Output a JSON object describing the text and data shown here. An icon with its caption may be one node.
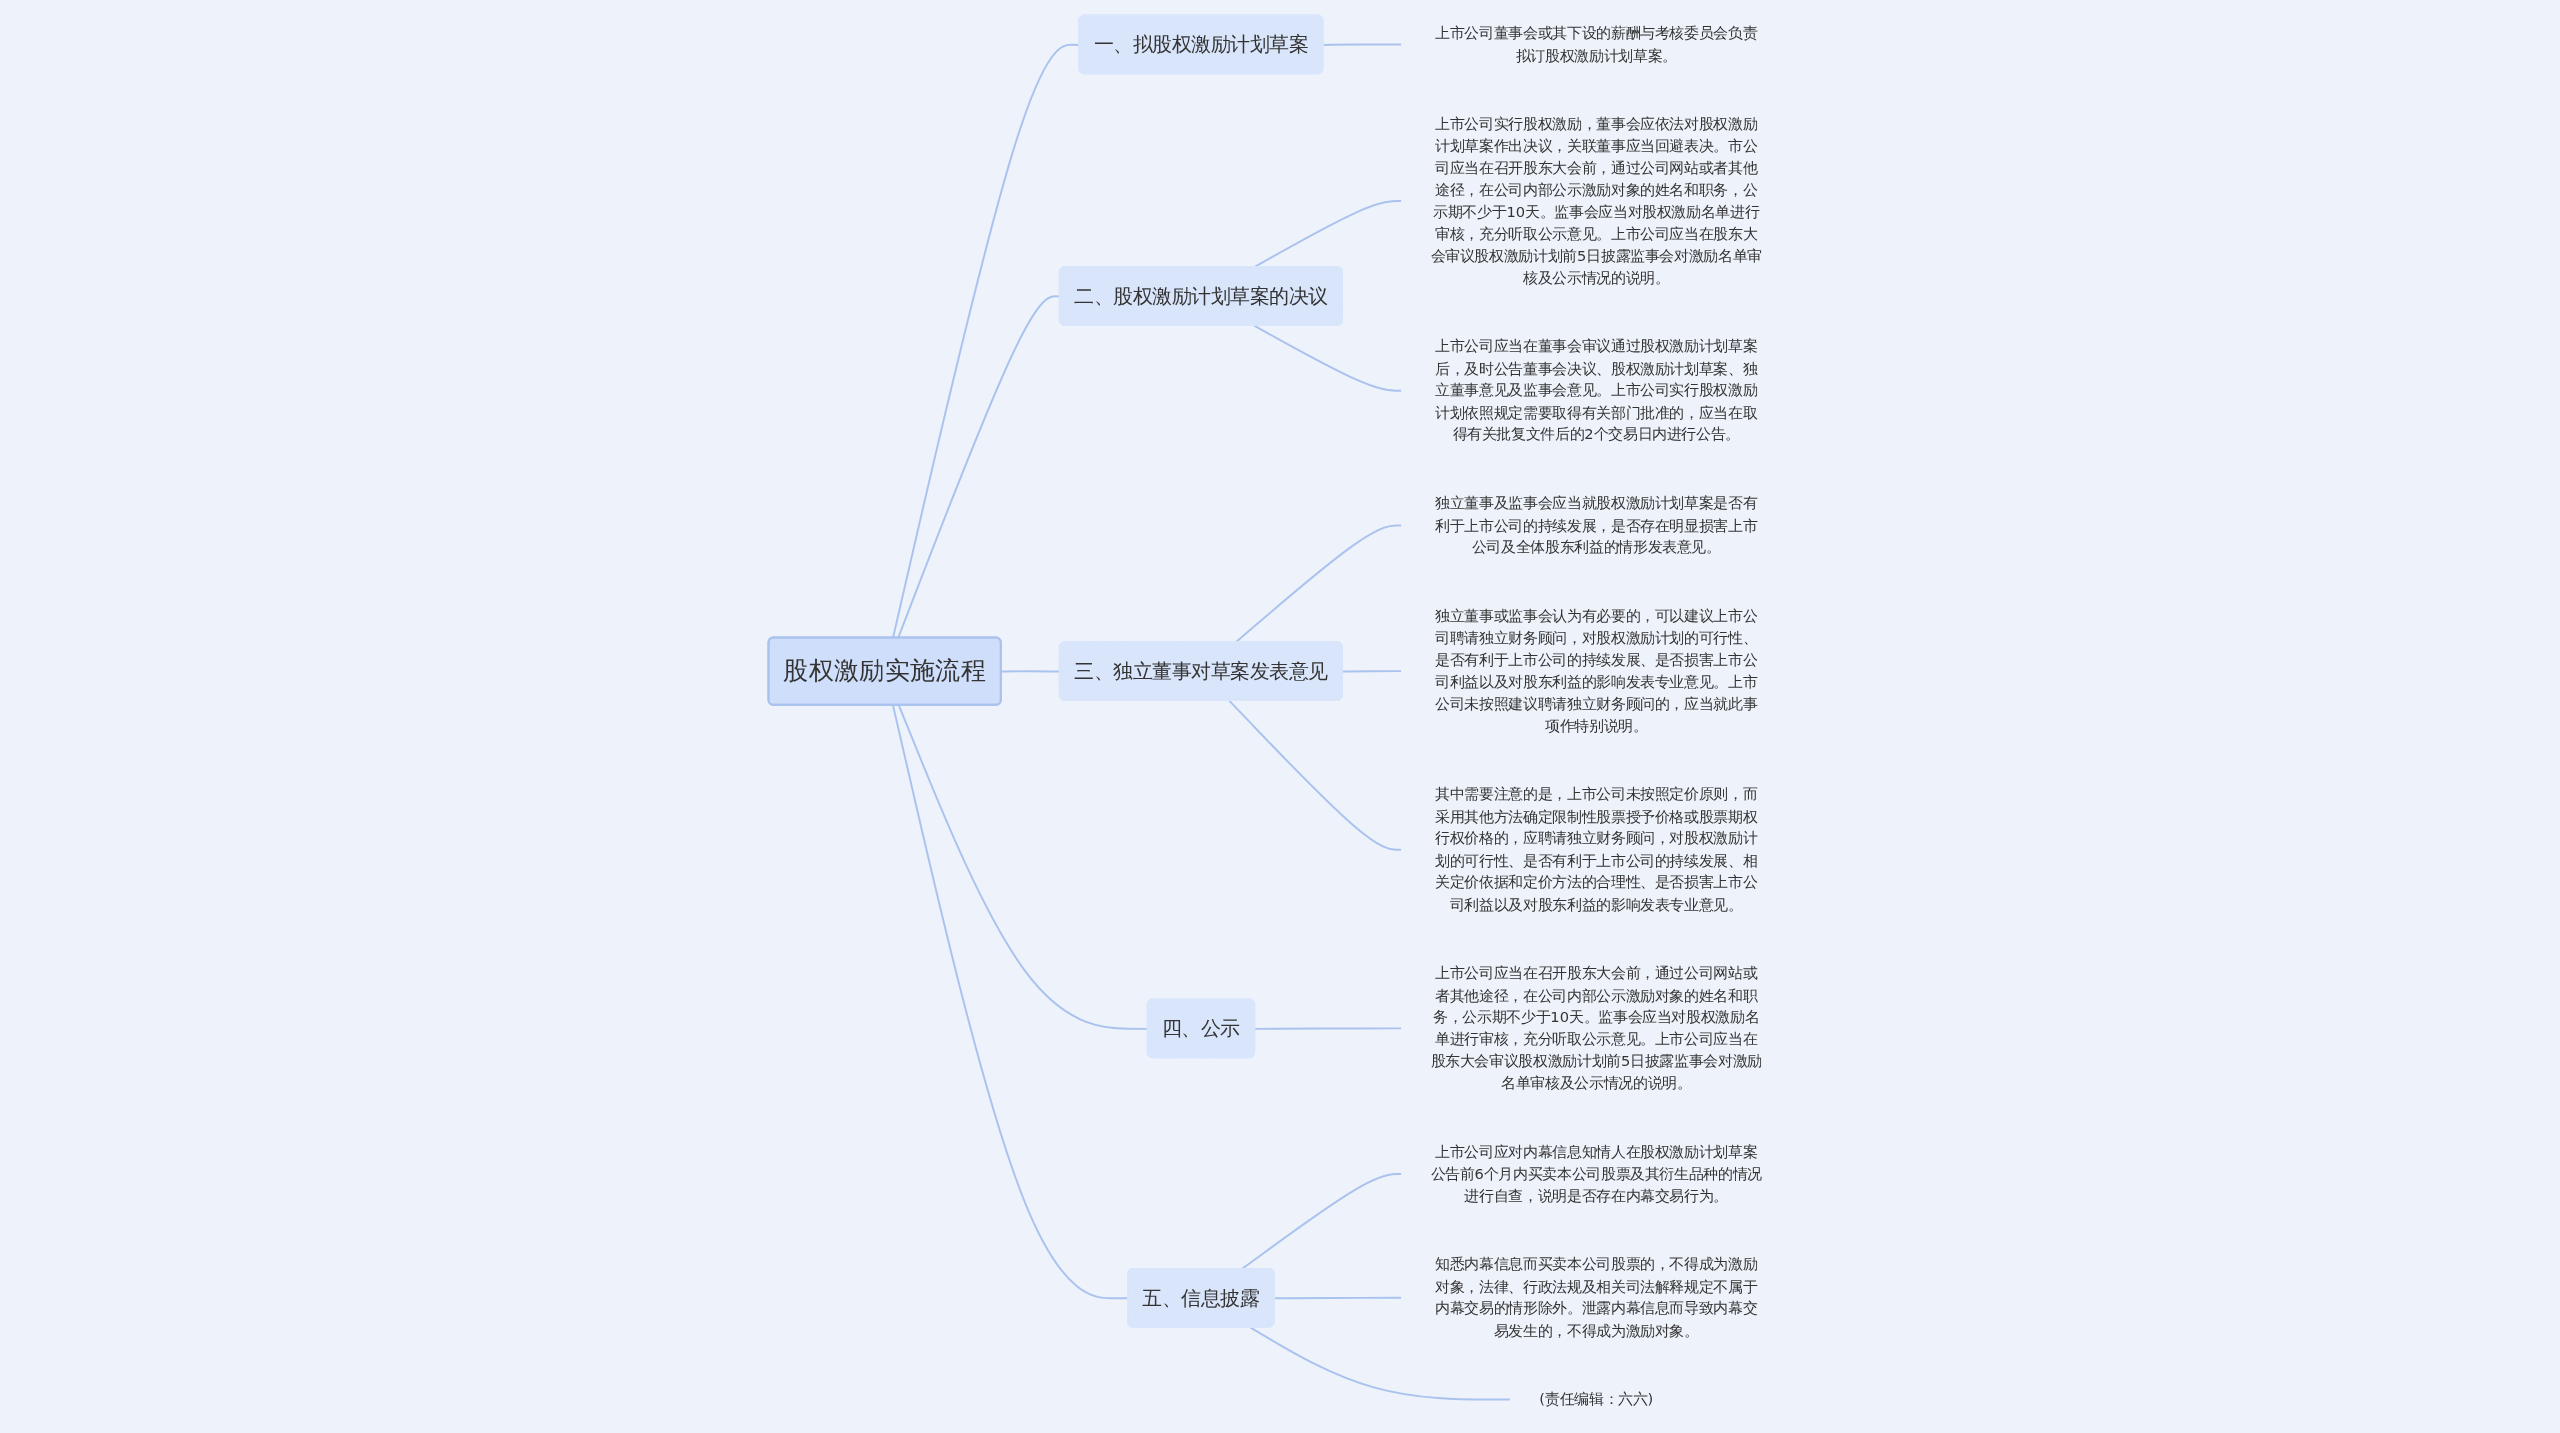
{
  "diagram": {
    "nodes": [
      {
        "text": [
          "股权激励实施流程"
        ]
      },
      {
        "text": [
          "一、拟股权激励计划草案"
        ]
      },
      {
        "text": [
          "上市公司董事会或其下设的薪酬与考核委员会负责拟订股权激励计划草案。"
        ]
      },
      {
        "text": [
          "二、股权激励计划草案的决议"
        ]
      },
      {
        "text": [
          "上市公司实行股权激励，董事会应依法对股权激励计划草案作出决议，关联董事应当回避表决。市公司应当在召开股东大会前，通过公司网站或者其他途径，在公司内部公示激励对象的姓名和职务，公示期不少于10天。监事会应当对股权激励名单进行审核，充分听取公示意见。上市公司应当在股东大会审议股权激励计划前5日披露监事会对激励名单审核及公示情况的说明。"
        ]
      },
      {
        "text": [
          "上市公司应当在董事会审议通过股权激励计划草案后，及时公告董事会决议、股权激励计划草案、独立董事意见及监事会意见。上市公司实行股权激励计划依照规定需要取得有关部门批准的，应当在取得有关批复文件后的2个交易日内进行公告。"
        ]
      },
      {
        "text": [
          "三、独立董事对草案发表意见"
        ]
      },
      {
        "text": [
          "独立董事及监事会应当就股权激励计划草案是否有利于上市公司的持续发展，是否存在明显损害上市公司及全体股东利益的情形发表意见。"
        ]
      },
      {
        "text": [
          "独立董事或监事会认为有必要的，可以建议上市公司聘请独立财务顾问，对股权激励计划的可行性、是否有利于上市公司的持续发展、是否损害上市公司利益以及对股东利益的影响发表专业意见。上市公司未按照建议聘请独立财务顾问的，应当就此事项作特别说明。"
        ]
      },
      {
        "text": [
          "其中需要注意的是，上市公司未按照定价原则，而采用其他方法确定限制性股票授予价格或股票期权行权价格的，应聘请独立财务顾问，对股权激励计划的可行性、是否有利于上市公司的持续发展、相关定价依据和定价方法的合理性、是否损害上市公司利益以及对股东利益的影响发表专业意见。"
        ]
      },
      {
        "text": [
          "四、公示"
        ]
      },
      {
        "text": [
          "上市公司应当在召开股东大会前，通过公司网站或者其他途径，在公司内部公示激励对象的姓名和职务，公示期不少于10天。监事会应当对股权激励名单进行审核，充分听取公示意见。上市公司应当在股东大会审议股权激励计划前5日披露监事会对激励名单审核及公示情况的说明。"
        ]
      },
      {
        "text": [
          "五、信息披露"
        ]
      },
      {
        "text": [
          "上市公司应对内幕信息知情人在股权激励计划草案公告前6个月内买卖本公司股票及其衍生品种的情况进行自查，说明是否存在内幕交易行为。"
        ]
      },
      {
        "text": [
          "知悉内幕信息而买卖本公司股票的，不得成为激励对象，法律、行政法规及相关司法解释规定不属于内幕交易的情形除外。泄露内幕信息而导致内幕交易发生的，不得成为激励对象。"
        ]
      },
      {
        "text": [
          "(责任编辑：六六)"
        ]
      }
    ],
    "edges": [
      {
        "from": 0,
        "to": 1,
        "arrow": "none"
      },
      {
        "from": 1,
        "to": 2,
        "arrow": "none"
      },
      {
        "from": 0,
        "to": 3,
        "arrow": "none"
      },
      {
        "from": 3,
        "to": 4,
        "arrow": "none"
      },
      {
        "from": 3,
        "to": 5,
        "arrow": "none"
      },
      {
        "from": 0,
        "to": 6,
        "arrow": "none"
      },
      {
        "from": 6,
        "to": 7,
        "arrow": "none"
      },
      {
        "from": 6,
        "to": 8,
        "arrow": "none"
      },
      {
        "from": 6,
        "to": 9,
        "arrow": "none"
      },
      {
        "from": 0,
        "to": 10,
        "arrow": "none"
      },
      {
        "from": 10,
        "to": 11,
        "arrow": "none"
      },
      {
        "from": 0,
        "to": 12,
        "arrow": "none"
      },
      {
        "from": 12,
        "to": 13,
        "arrow": "none"
      },
      {
        "from": 12,
        "to": 14,
        "arrow": "none"
      },
      {
        "from": 12,
        "to": 15,
        "arrow": "none"
      }
    ]
  }
}
